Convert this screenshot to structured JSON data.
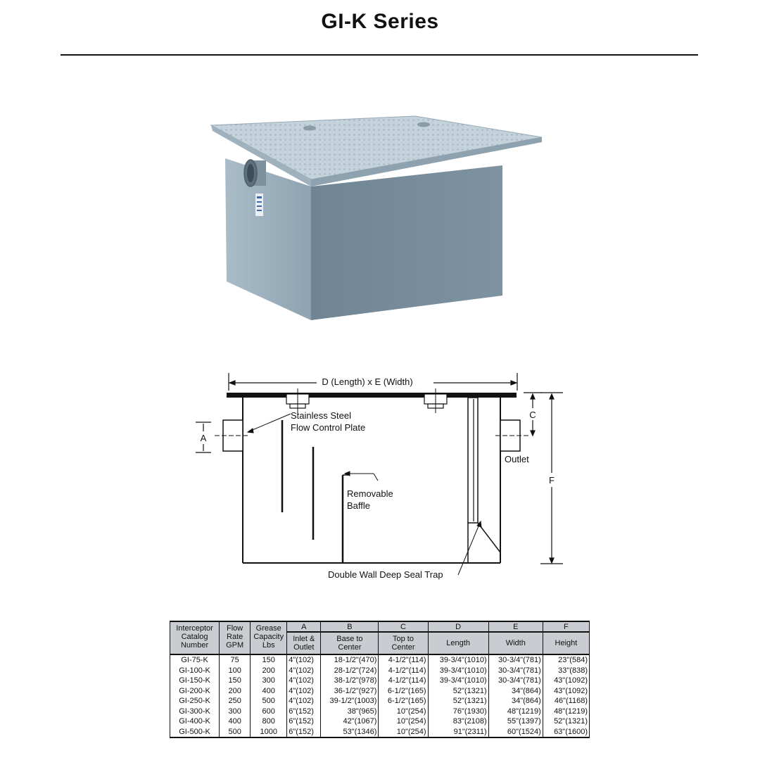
{
  "header": {
    "title": "GI-K Series"
  },
  "diagram": {
    "dimension_label": "D (Length) x E (Width)",
    "label_a": "A",
    "label_c": "C",
    "label_f": "F",
    "plate_label_line1": "Stainless Steel",
    "plate_label_line2": "Flow Control Plate",
    "baffle_label_line1": "Removable",
    "baffle_label_line2": "Baffle",
    "outlet_label": "Outlet",
    "trap_label": "Double Wall Deep Seal Trap"
  },
  "table": {
    "group_letters": [
      "A",
      "B",
      "C",
      "D",
      "E",
      "F"
    ],
    "head_catalog": [
      "Interceptor",
      "Catalog",
      "Number"
    ],
    "head_flow": [
      "Flow",
      "Rate",
      "GPM"
    ],
    "head_grease": [
      "Grease",
      "Capacity",
      "Lbs"
    ],
    "sub_a": [
      "Inlet &",
      "Outlet"
    ],
    "sub_b": [
      "Base to",
      "Center"
    ],
    "sub_c": [
      "Top to",
      "Center"
    ],
    "sub_d": "Length",
    "sub_e": "Width",
    "sub_f": "Height",
    "rows": [
      [
        "GI-75-K",
        "75",
        "150",
        "4\"(102)",
        "18-1/2\"(470)",
        "4-1/2\"(114)",
        "39-3/4\"(1010)",
        "30-3/4\"(781)",
        "23\"(584)"
      ],
      [
        "GI-100-K",
        "100",
        "200",
        "4\"(102)",
        "28-1/2\"(724)",
        "4-1/2\"(114)",
        "39-3/4\"(1010)",
        "30-3/4\"(781)",
        "33\"(838)"
      ],
      [
        "GI-150-K",
        "150",
        "300",
        "4\"(102)",
        "38-1/2\"(978)",
        "4-1/2\"(114)",
        "39-3/4\"(1010)",
        "30-3/4\"(781)",
        "43\"(1092)"
      ],
      [
        "GI-200-K",
        "200",
        "400",
        "4\"(102)",
        "36-1/2\"(927)",
        "6-1/2\"(165)",
        "52\"(1321)",
        "34\"(864)",
        "43\"(1092)"
      ],
      [
        "GI-250-K",
        "250",
        "500",
        "4\"(102)",
        "39-1/2\"(1003)",
        "6-1/2\"(165)",
        "52\"(1321)",
        "34\"(864)",
        "46\"(1168)"
      ],
      [
        "GI-300-K",
        "300",
        "600",
        "6\"(152)",
        "38\"(965)",
        "10\"(254)",
        "76\"(1930)",
        "48\"(1219)",
        "48\"(1219)"
      ],
      [
        "GI-400-K",
        "400",
        "800",
        "6\"(152)",
        "42\"(1067)",
        "10\"(254)",
        "83\"(2108)",
        "55\"(1397)",
        "52\"(1321)"
      ],
      [
        "GI-500-K",
        "500",
        "1000",
        "6\"(152)",
        "53\"(1346)",
        "10\"(254)",
        "91\"(2311)",
        "60\"(1524)",
        "63\"(1600)"
      ]
    ]
  }
}
